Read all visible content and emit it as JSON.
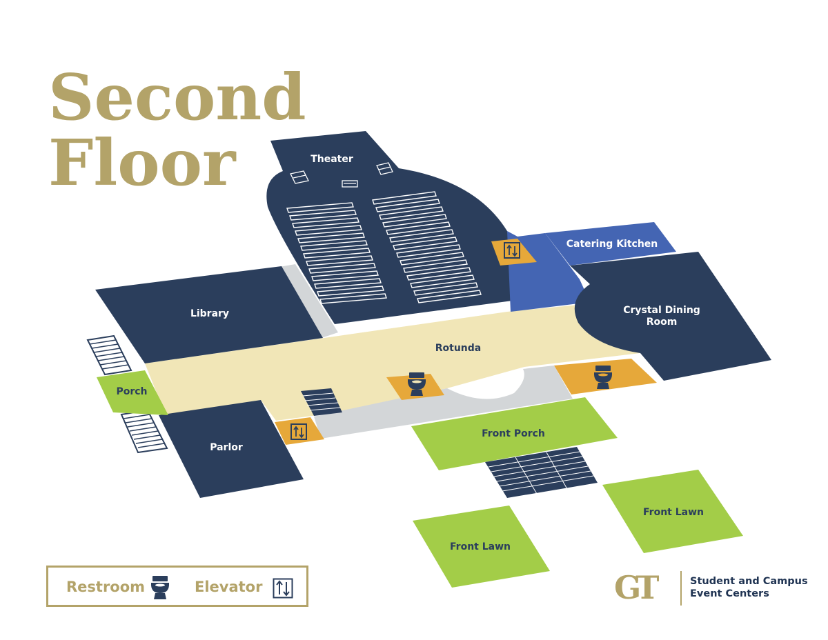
{
  "title": {
    "line1": "Second",
    "line2": "Floor"
  },
  "rooms": {
    "theater": "Theater",
    "catering_kitchen": "Catering Kitchen",
    "library": "Library",
    "crystal_dining_room_line1": "Crystal Dining",
    "crystal_dining_room_line2": "Room",
    "rotunda": "Rotunda",
    "porch": "Porch",
    "parlor": "Parlor",
    "front_porch": "Front Porch",
    "front_lawn_left": "Front Lawn",
    "front_lawn_right": "Front Lawn"
  },
  "legend": {
    "restroom": "Restroom",
    "elevator": "Elevator"
  },
  "brand": {
    "logo": "GT",
    "line1": "Student and Campus",
    "line2": "Event Centers"
  },
  "colors": {
    "navy": "#2b3e5c",
    "gold": "#b3a369",
    "rotunda": "#f1e6b7",
    "hallway": "#d3d6d8",
    "kitchen": "#4465b3",
    "restroom_elevator": "#e6a83a",
    "lawn": "#a3cd48"
  },
  "icons": [
    "restroom-icon",
    "elevator-icon",
    "stairs-icon",
    "gt-logo"
  ]
}
